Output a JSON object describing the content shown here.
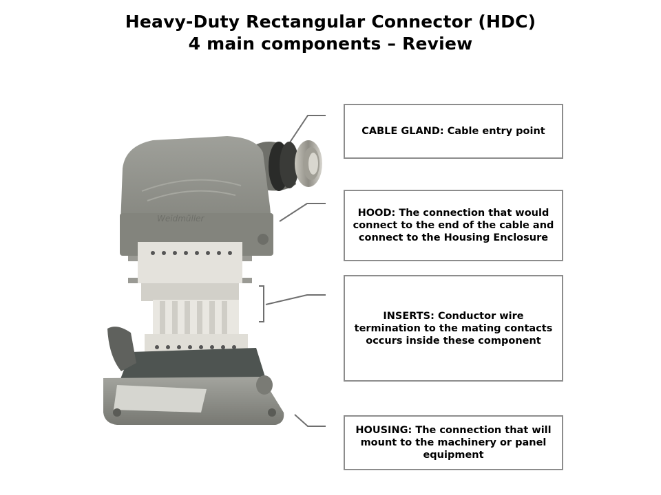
{
  "title": {
    "line1": "Heavy-Duty Rectangular Connector (HDC)",
    "line2": "4 main components – Review"
  },
  "components": [
    {
      "id": "gland",
      "text": "CABLE GLAND: Cable entry point"
    },
    {
      "id": "hood",
      "text": "HOOD: The connection that would connect to the end of the cable and connect to the Housing Enclosure"
    },
    {
      "id": "inserts",
      "text": "INSERTS: Conductor wire termination to the mating contacts occurs inside these component"
    },
    {
      "id": "housing",
      "text": "HOUSING: The connection that will mount to the machinery or panel equipment"
    }
  ],
  "hood_brand_mark": "Weidmüller",
  "colors": {
    "box_border": "#8c8c8c",
    "leader_line": "#6e6e6e",
    "hood_gray": "#8a8b84",
    "insert_white": "#e4e2dc",
    "housing_dark": "#4e5451"
  }
}
